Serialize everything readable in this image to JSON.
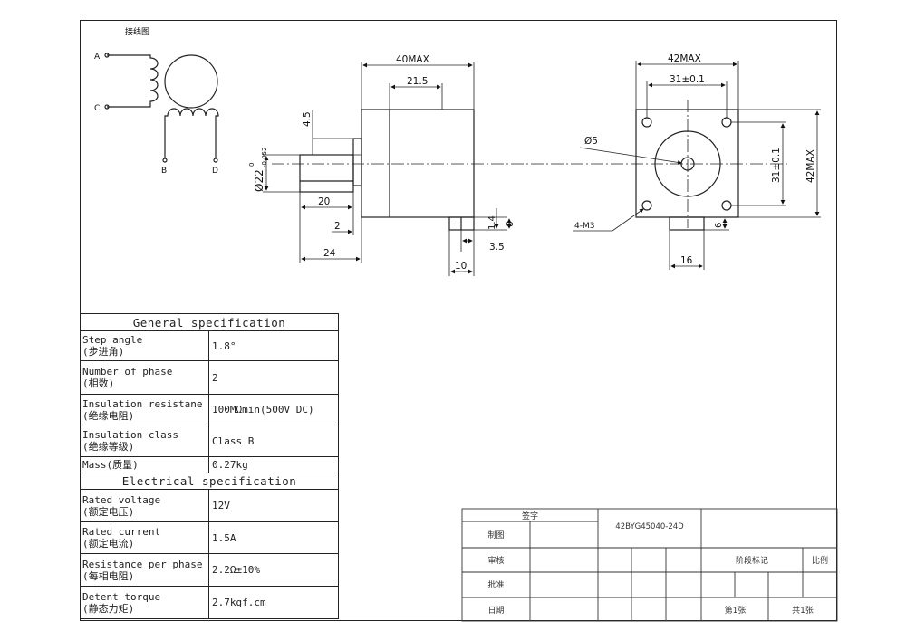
{
  "wiring": {
    "title": "接线图",
    "A": "A",
    "C": "C",
    "B": "B",
    "D": "D"
  },
  "side_view": {
    "dim_40max": "40MAX",
    "dim_21_5": "21.5",
    "dim_4_5": "4.5",
    "dim_shaft_dia_prefix": "Ø22",
    "dim_shaft_tol_upper": "0",
    "dim_shaft_tol_lower": "-0.052",
    "dim_20": "20",
    "dim_2": "2",
    "dim_24": "24",
    "dim_1_4": "1.4",
    "dim_6": "6",
    "dim_3_5": "3.5",
    "dim_10": "10"
  },
  "front_view": {
    "dim_42max_top": "42MAX",
    "dim_31_top": "31±0.1",
    "dim_phi5": "Ø5",
    "dim_31_side": "31±0.1",
    "dim_42max_side": "42MAX",
    "dim_4m3": "4-M3",
    "dim_6": "6",
    "dim_16": "16"
  },
  "spec": {
    "general_title": "General specification",
    "electrical_title": "Electrical specification",
    "general": [
      {
        "en": "Step angle",
        "zh": "(步进角)",
        "value": "1.8°"
      },
      {
        "en": "Number of phase",
        "zh": "(相数)",
        "value": "2"
      },
      {
        "en": "Insulation resistane",
        "zh": "(绝缘电阻)",
        "value": "100MΩmin(500V DC)"
      },
      {
        "en": "Insulation class",
        "zh": "(绝缘等级)",
        "value": "Class B"
      },
      {
        "en": "Mass(质量)",
        "zh": "",
        "value": "0.27kg"
      }
    ],
    "electrical": [
      {
        "en": "Rated voltage",
        "zh": "(额定电压)",
        "value": "12V"
      },
      {
        "en": "Rated current",
        "zh": "(额定电流)",
        "value": "1.5A"
      },
      {
        "en": "Resistance per phase",
        "zh": "(每相电阻)",
        "value": "2.2Ω±10%"
      },
      {
        "en": "Detent torque",
        "zh": "(静态力矩)",
        "value": "2.7kgf.cm"
      }
    ]
  },
  "title_block": {
    "signature": "签字",
    "drawn": "制图",
    "checked": "审核",
    "approved": "批准",
    "date": "日期",
    "model": "42BYG45040-24D",
    "stage_mark": "阶段标记",
    "scale": "比例",
    "sheet_no": "第1张",
    "sheet_total": "共1张"
  }
}
